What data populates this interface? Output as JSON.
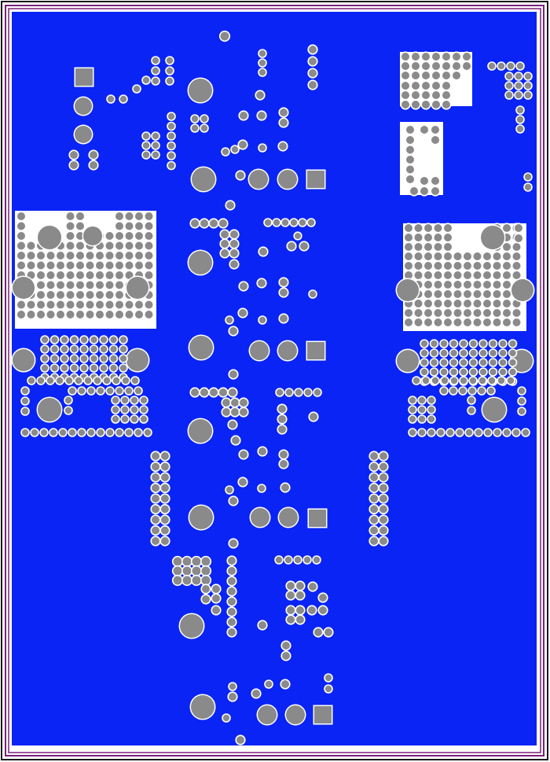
{
  "board": {
    "layer": "bottom-copper",
    "colors": {
      "copper_pour": "#0a24f5",
      "pad": "#8a8a8a",
      "clearance": "#ffffff",
      "outline_outer": "#1a1a1a",
      "outline_inner": "#7a1f7a",
      "background": "#ffffff"
    },
    "element_types": [
      "via",
      "through-hole-pad",
      "square-pad",
      "mounting-hole",
      "pad-cluster"
    ]
  }
}
